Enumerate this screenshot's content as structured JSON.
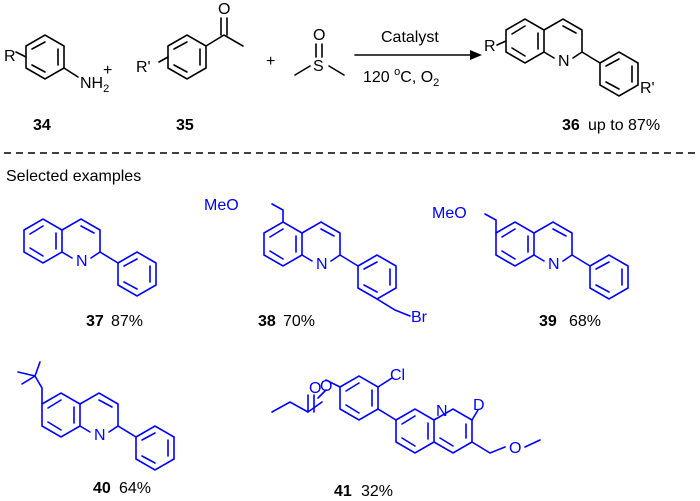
{
  "reaction": {
    "reactant1": {
      "sub_r": "R",
      "nh2": "NH",
      "nh2_sub": "2",
      "number": "34"
    },
    "plus1": "+",
    "reactant2": {
      "sub_r": "R'",
      "o": "O",
      "number": "35"
    },
    "plus2": "+",
    "reagent": {
      "o": "O",
      "s": "S"
    },
    "arrow": {
      "above": "Catalyst",
      "below_prefix": "120 ",
      "below_deg": "o",
      "below_mid": "C, O",
      "below_sub": "2"
    },
    "product": {
      "sub_r": "R",
      "sub_r2": "R'",
      "n": "N",
      "number": "36",
      "yield": "up to 87%"
    }
  },
  "section_label": "Selected examples",
  "examples": [
    {
      "number": "37",
      "yield": "87%",
      "n": "N"
    },
    {
      "number": "38",
      "yield": "70%",
      "n": "N",
      "ome": "MeO",
      "br": "Br"
    },
    {
      "number": "39",
      "yield": "68%",
      "n": "N",
      "ome": "MeO"
    },
    {
      "number": "40",
      "yield": "64%",
      "n": "N"
    },
    {
      "number": "41",
      "yield": "32%",
      "n": "N",
      "cl": "Cl",
      "d": "D",
      "o": "O"
    }
  ],
  "colors": {
    "reaction": "#000000",
    "examples": "#0000ff"
  }
}
